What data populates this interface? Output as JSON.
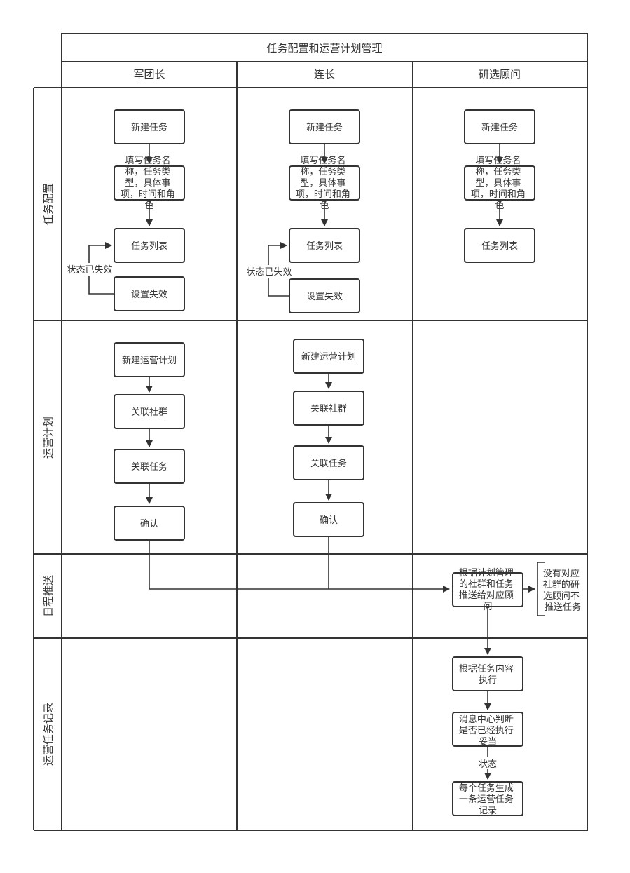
{
  "title": "任务配置和运营计划管理",
  "columns": [
    "军团长",
    "连长",
    "研选顾问"
  ],
  "lanes": [
    "任务配置",
    "运营计划",
    "日程推送",
    "运营任务记录"
  ],
  "col1": {
    "new_task": "新建任务",
    "fill_info": [
      "填写任务名",
      "称，任务类",
      "型，具体事",
      "项，时间和角",
      "色"
    ],
    "task_list": "任务列表",
    "set_invalid": "设置失效",
    "status_invalid": "状态已失效",
    "new_plan": "新建运营计划",
    "link_group": "关联社群",
    "link_task": "关联任务",
    "confirm": "确认"
  },
  "col2": {
    "new_task": "新建任务",
    "fill_info": [
      "填写任务名",
      "称，任务类",
      "型，具体事",
      "项，时间和角",
      "色"
    ],
    "task_list": "任务列表",
    "set_invalid": "设置失效",
    "status_invalid": "状态已失效",
    "new_plan": "新建运营计划",
    "link_group": "关联社群",
    "link_task": "关联任务",
    "confirm": "确认"
  },
  "col3": {
    "new_task": "新建任务",
    "fill_info": [
      "填写任务名",
      "称，任务类",
      "型，具体事",
      "项，时间和角",
      "色"
    ],
    "task_list": "任务列表",
    "push": [
      "根据计划管理",
      "的社群和任务",
      "推送给对应顾",
      "问"
    ],
    "no_match": [
      "没有对应",
      "社群的研",
      "选顾问不",
      "推送任务"
    ],
    "execute": [
      "根据任务内容",
      "执行"
    ],
    "judge": [
      "消息中心判断",
      "是否已经执行",
      "妥当"
    ],
    "status": "状态",
    "record": [
      "每个任务生成",
      "一条运营任务",
      "记录"
    ]
  }
}
